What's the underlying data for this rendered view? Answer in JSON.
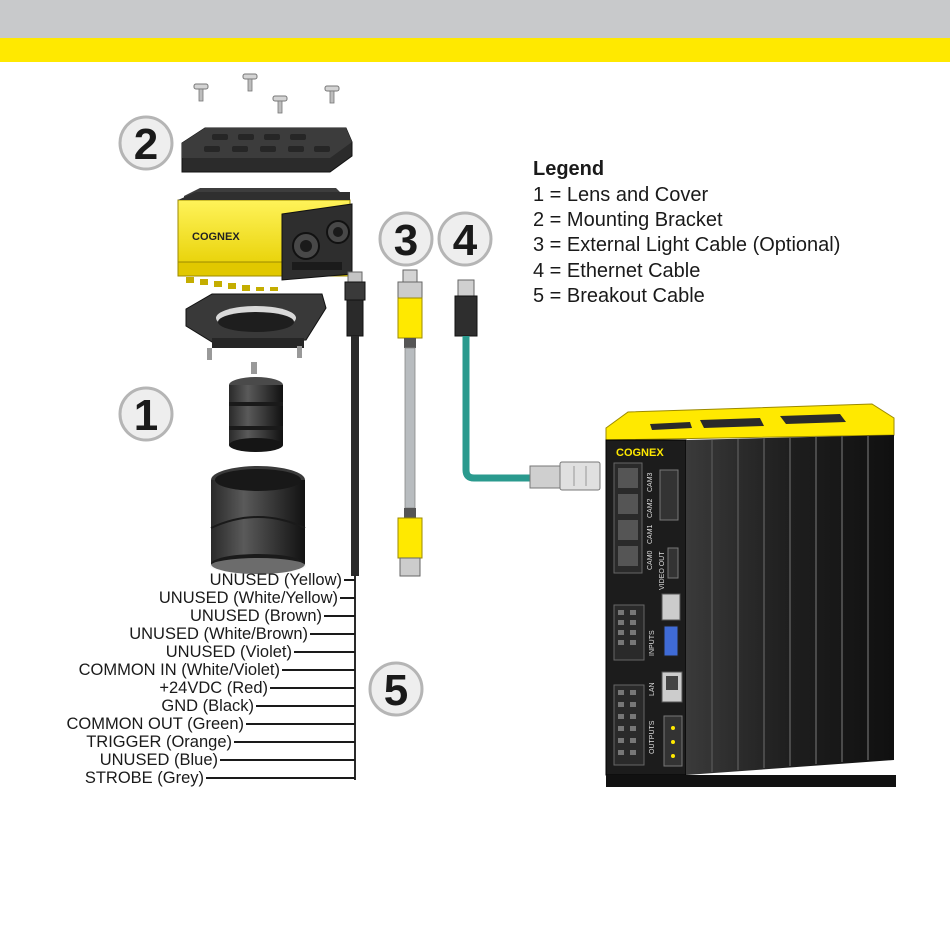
{
  "header": {
    "bar_color_grey": "#c8c9cb",
    "bar_color_yellow": "#ffe900"
  },
  "callouts": {
    "lens_and_cover": "1",
    "mounting_bracket": "2",
    "external_light_cable": "3",
    "ethernet_cable": "4",
    "breakout_cable": "5"
  },
  "legend": {
    "title": "Legend",
    "items": [
      "1 = Lens and Cover",
      "2 = Mounting Bracket",
      "3 = External Light Cable (Optional)",
      "4 = Ethernet Cable",
      "5 = Breakout Cable"
    ]
  },
  "camera": {
    "brand": "COGNEX"
  },
  "controller": {
    "brand": "COGNEX",
    "port_labels": [
      "CAM3",
      "CAM2",
      "CAM1",
      "CAM0",
      "VIDEO OUT",
      "INPUTS",
      "LAN",
      "OUTPUTS"
    ]
  },
  "breakout_wires": [
    "UNUSED (Yellow)",
    "UNUSED (White/Yellow)",
    "UNUSED (Brown)",
    "UNUSED (White/Brown)",
    "UNUSED (Violet)",
    "COMMON IN (White/Violet)",
    "+24VDC (Red)",
    "GND (Black)",
    "COMMON OUT (Green)",
    "TRIGGER (Orange)",
    "UNUSED (Blue)",
    "STROBE (Grey)"
  ],
  "colors": {
    "accent_yellow": "#ffe900",
    "ethernet_cable": "#2a9a8e",
    "light_cable": "#b8bcbf",
    "breakout_cable": "#2a2a2a",
    "callout_circle_fill": "#eeeeee"
  }
}
